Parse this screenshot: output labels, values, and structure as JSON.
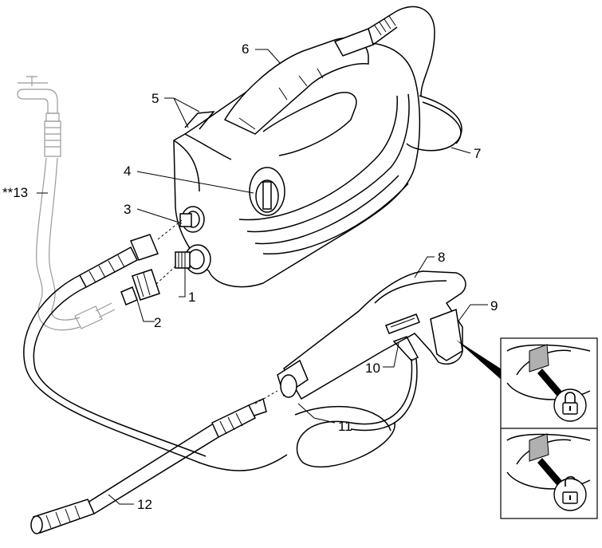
{
  "callouts": [
    {
      "id": "1",
      "label": "1"
    },
    {
      "id": "2",
      "label": "2"
    },
    {
      "id": "3",
      "label": "3"
    },
    {
      "id": "4",
      "label": "4"
    },
    {
      "id": "5",
      "label": "5"
    },
    {
      "id": "6",
      "label": "6"
    },
    {
      "id": "7",
      "label": "7"
    },
    {
      "id": "8",
      "label": "8"
    },
    {
      "id": "9",
      "label": "9"
    },
    {
      "id": "10",
      "label": "10"
    },
    {
      "id": "11",
      "label": "11"
    },
    {
      "id": "12",
      "label": "12"
    },
    {
      "id": "13",
      "label": "**13"
    }
  ],
  "inset": {
    "top_icon": "lock-closed-icon",
    "bottom_icon": "lock-open-icon"
  }
}
